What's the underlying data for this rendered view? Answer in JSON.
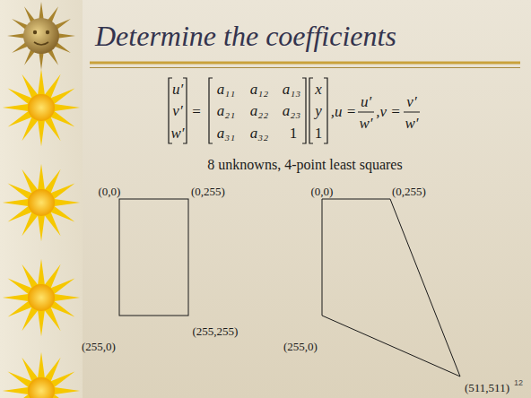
{
  "diagram": {
    "title": "Determine the coefficients",
    "labels": [
      "u′",
      "v′",
      "w′",
      "=",
      "a₁₁",
      "a₁₂",
      "a₁₃",
      "a₂₁",
      "a₂₂",
      "a₂₃",
      "a₃₁",
      "a₃₂",
      "1",
      "x",
      "y",
      "1",
      ",u =",
      "u′",
      "w′",
      ",v =",
      "v′",
      "w′",
      "8 unknowns, 4-point least squares",
      "(0,0)",
      "(0,255)",
      "(255,0)",
      "(255,255)",
      "(0,0)",
      "(0,255)",
      "(255,0)",
      "(511,511)",
      "12"
    ]
  }
}
